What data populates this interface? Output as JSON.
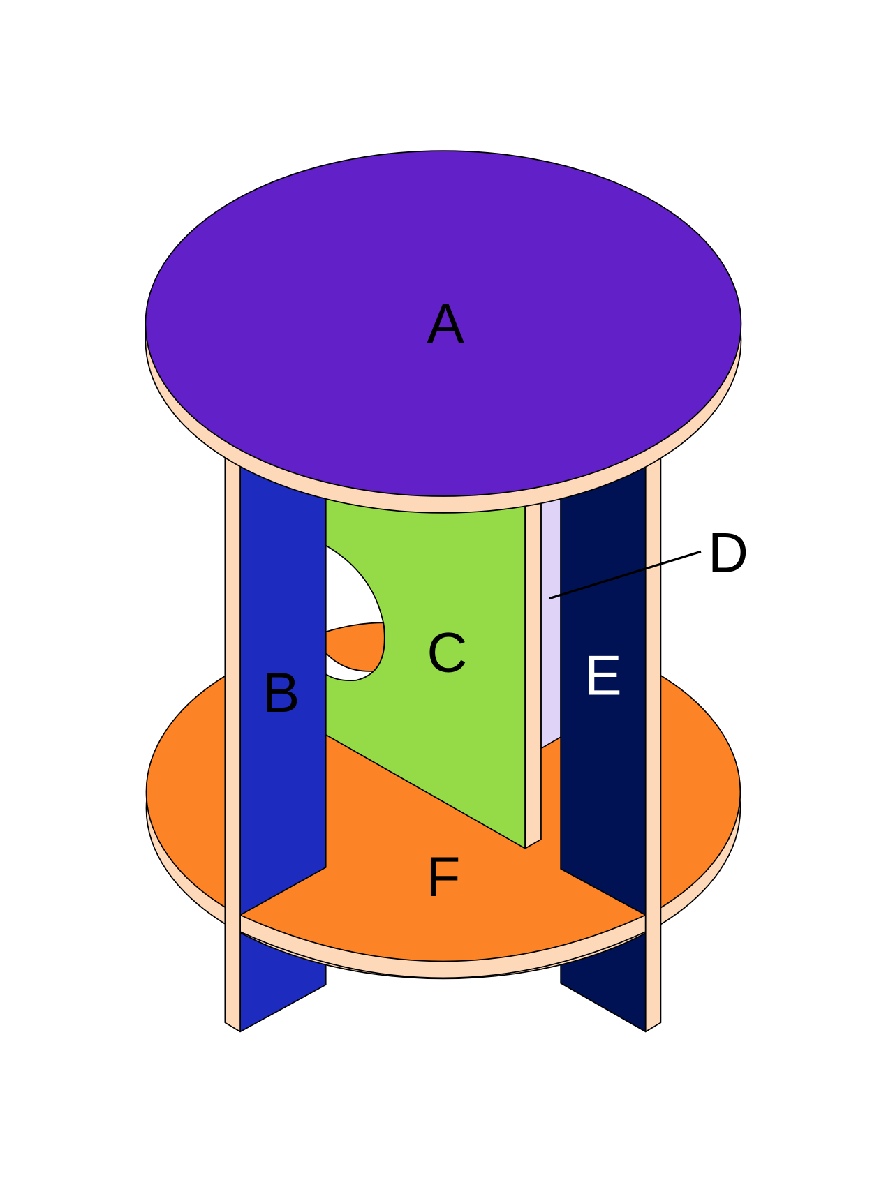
{
  "labels": {
    "a": "A",
    "b": "B",
    "c": "C",
    "d": "D",
    "e": "E",
    "f": "F"
  },
  "colors": {
    "top_disk": "#6220c8",
    "bottom_disk": "#fc8427",
    "panel_b": "#1d2bbf",
    "panel_c": "#94db47",
    "panel_d": "#dfd3f8",
    "panel_e": "#001253",
    "edge": "#fdd9b9"
  }
}
